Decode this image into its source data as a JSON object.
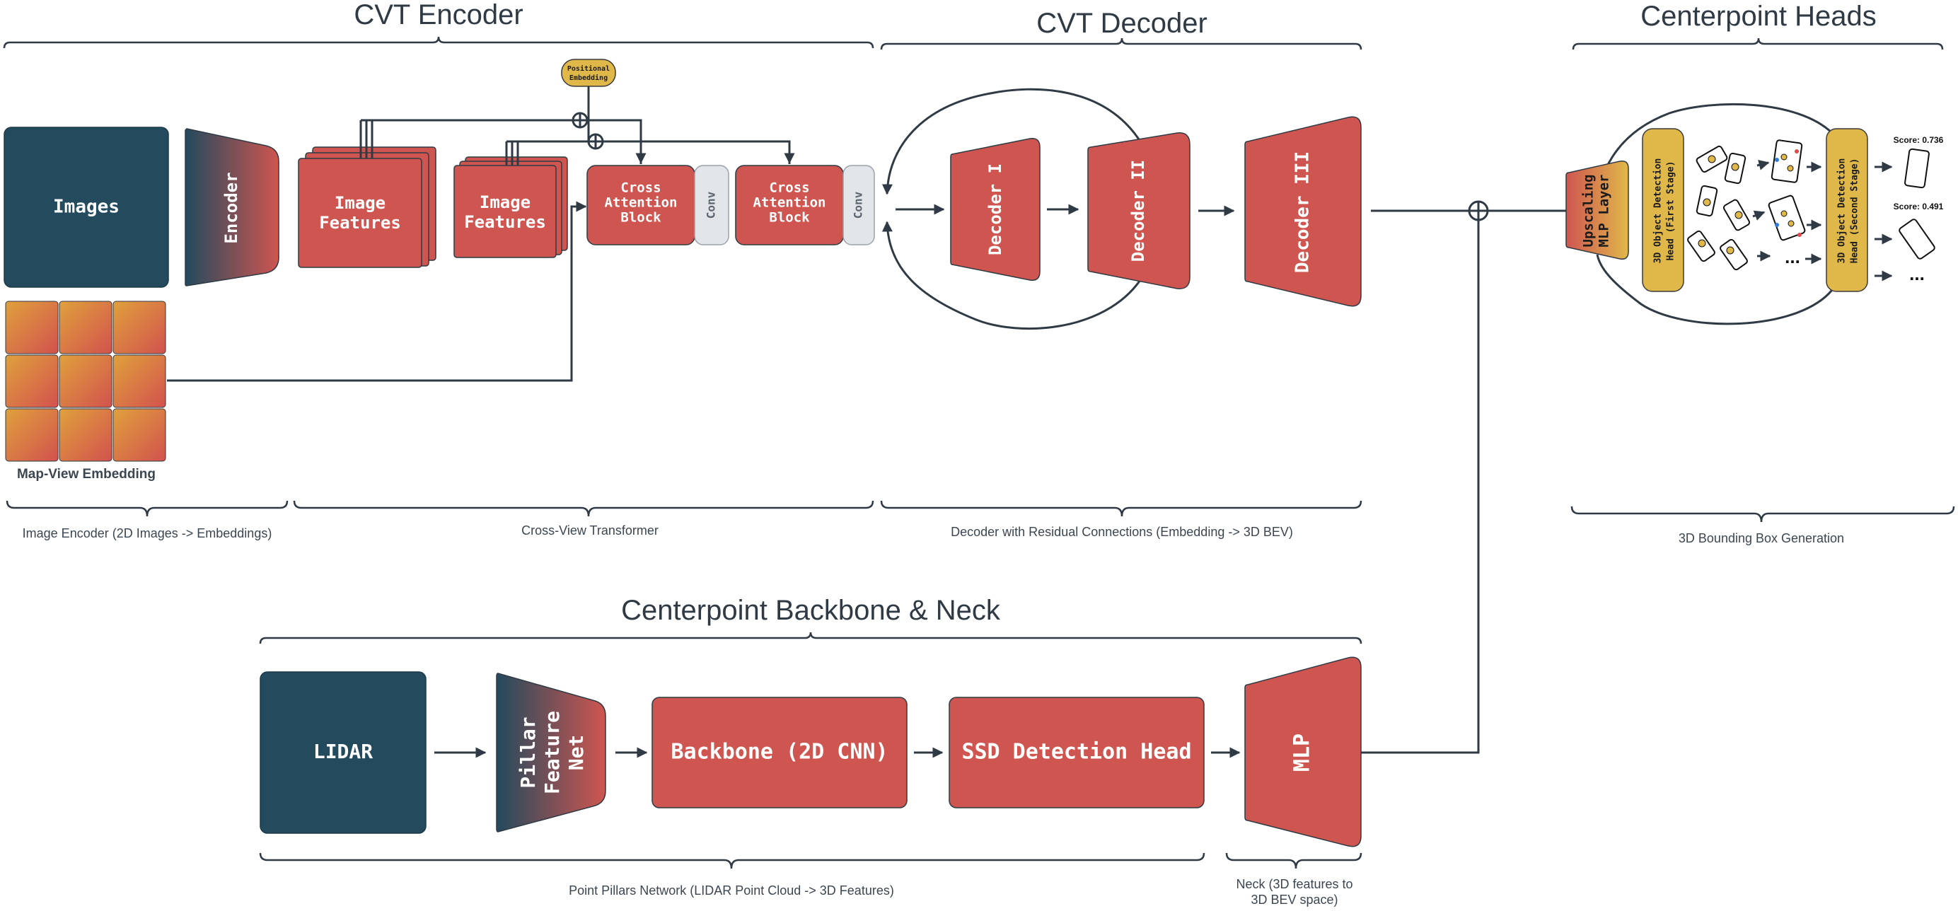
{
  "sections": {
    "cvt_encoder": "CVT Encoder",
    "cvt_decoder": "CVT Decoder",
    "centerpoint_heads": "Centerpoint Heads",
    "backbone_neck": "Centerpoint Backbone & Neck"
  },
  "encoder": {
    "images": "Images",
    "encoder": "Encoder",
    "image_features_1": [
      "Image",
      "Features"
    ],
    "image_features_2": [
      "Image",
      "Features"
    ],
    "positional_embedding": [
      "Positional",
      "Embedding"
    ],
    "cross_attention_1": [
      "Cross",
      "Attention",
      "Block"
    ],
    "cross_attention_2": [
      "Cross",
      "Attention",
      "Block"
    ],
    "conv_1": "Conv",
    "conv_2": "Conv",
    "map_view_embedding": "Map-View Embedding"
  },
  "decoder": {
    "decoder_1": "Decoder I",
    "decoder_2": "Decoder II",
    "decoder_3": "Decoder III"
  },
  "heads": {
    "upscaling": [
      "Upscaling",
      "MLP Layer"
    ],
    "first_stage": [
      "3D Object Detection",
      "Head (First Stage)"
    ],
    "second_stage": [
      "3D Object Detection",
      "Head (Second Stage)"
    ],
    "score_1": "Score: 0.736",
    "score_2": "Score: 0.491",
    "ellipsis": "..."
  },
  "backbone": {
    "lidar": "LIDAR",
    "pillar_net": [
      "Pillar",
      "Feature",
      "Net"
    ],
    "backbone_cnn": "Backbone (2D CNN)",
    "ssd_head": "SSD Detection Head",
    "mlp": "MLP"
  },
  "brace_labels": {
    "image_encoder": "Image Encoder (2D Images -> Embeddings)",
    "cross_view": "Cross-View Transformer",
    "decoder_residual": "Decoder with Residual Connections (Embedding -> 3D BEV)",
    "bbox_generation": "3D Bounding Box Generation",
    "point_pillars": "Point Pillars Network (LIDAR Point Cloud -> 3D Features)",
    "neck": [
      "Neck (3D features to",
      "3D BEV space)"
    ]
  },
  "colors": {
    "red_block": "#cf5650",
    "navy_block": "#234a5d",
    "gold_block": "#e0b84a",
    "conv_grey": "#e3e6e8",
    "line": "#2f3a44"
  }
}
